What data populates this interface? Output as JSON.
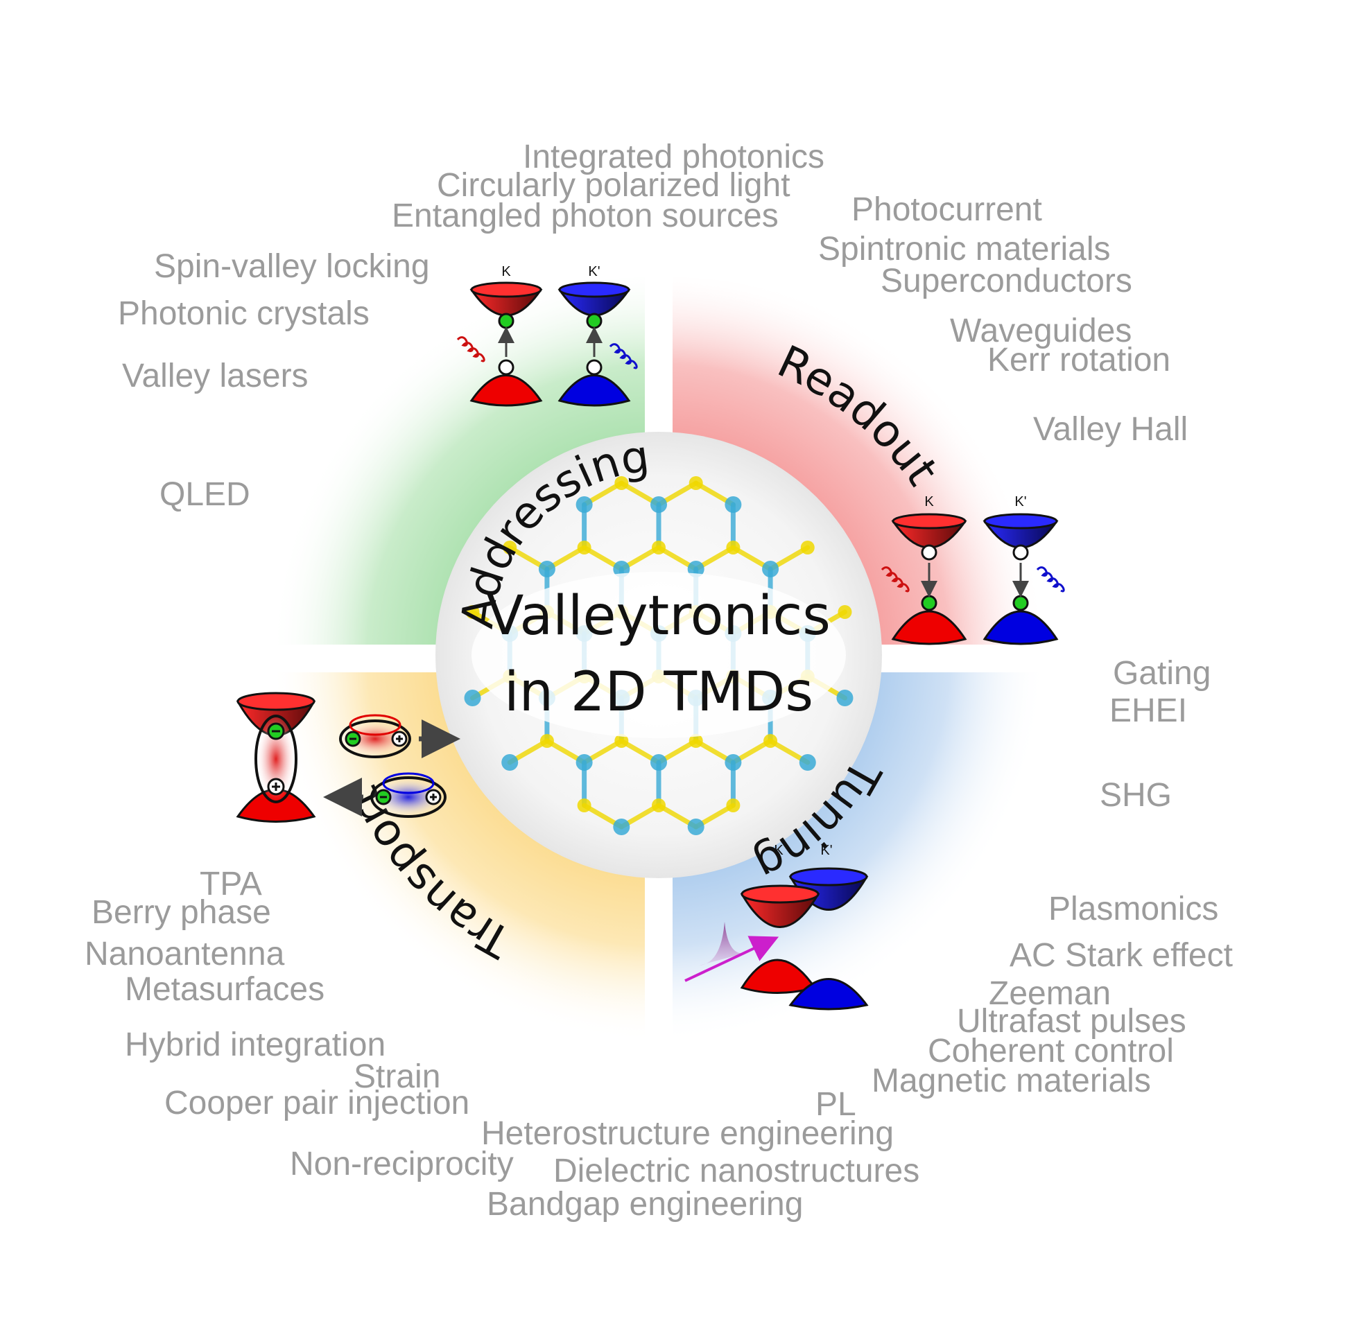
{
  "center": {
    "title_line1": "Valleytronics",
    "title_line2": "in 2D TMDs"
  },
  "quadrants": {
    "addressing": "Addressing",
    "readout": "Readout",
    "tuning": "Tuning",
    "transport": "Transport"
  },
  "valley_labels": {
    "k": "K",
    "k_prime": "K'"
  },
  "keywords": [
    "Integrated photonics",
    "Circularly polarized light",
    "Entangled photon sources",
    "Photocurrent",
    "Spintronic materials",
    "Superconductors",
    "Spin-valley locking",
    "Photonic crystals",
    "Valley lasers",
    "Waveguides",
    "Kerr rotation",
    "Valley Hall",
    "QLED",
    "Gating",
    "EHEI",
    "SHG",
    "TPA",
    "Berry phase",
    "Nanoantenna",
    "Metasurfaces",
    "Plasmonics",
    "AC Stark effect",
    "Zeeman",
    "Ultrafast pulses",
    "Coherent control",
    "Magnetic materials",
    "Hybrid integration",
    "Strain",
    "Cooper pair injection",
    "PL",
    "Heterostructure engineering",
    "Non-reciprocity",
    "Dielectric nanostructures",
    "Bandgap engineering"
  ],
  "colors": {
    "addressing_bg": "#a5dfa8",
    "readout_bg": "#f59c9c",
    "tuning_bg": "#a9c9ec",
    "transport_bg": "#fbd98a",
    "red_band": "#e00000",
    "blue_band": "#0000d8",
    "keyword_gray": "#9b9b9b",
    "atom_metal": "#3aaad6",
    "atom_chalcogen": "#f0d800"
  }
}
